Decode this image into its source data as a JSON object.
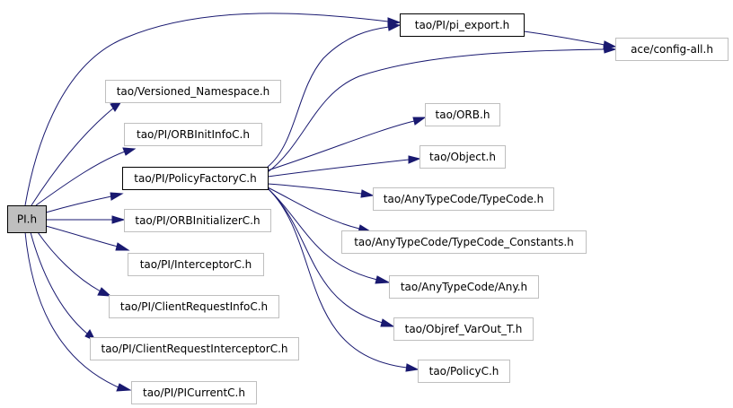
{
  "diagram": {
    "colors": {
      "edge": "#191970",
      "node_border": "#bfbfbf",
      "root_fill": "#bfbfbf",
      "highlight_border": "#000000"
    },
    "nodes": [
      {
        "id": "pi_h",
        "label": "PI.h"
      },
      {
        "id": "pi_export",
        "label": "tao/PI/pi_export.h"
      },
      {
        "id": "config_all",
        "label": "ace/config-all.h"
      },
      {
        "id": "versioned_ns",
        "label": "tao/Versioned_Namespace.h"
      },
      {
        "id": "orbinitinfo",
        "label": "tao/PI/ORBInitInfoC.h"
      },
      {
        "id": "policyfactory",
        "label": "tao/PI/PolicyFactoryC.h"
      },
      {
        "id": "orb",
        "label": "tao/ORB.h"
      },
      {
        "id": "object",
        "label": "tao/Object.h"
      },
      {
        "id": "typecode",
        "label": "tao/AnyTypeCode/TypeCode.h"
      },
      {
        "id": "typecode_constants",
        "label": "tao/AnyTypeCode/TypeCode_Constants.h"
      },
      {
        "id": "orbinitializer",
        "label": "tao/PI/ORBInitializerC.h"
      },
      {
        "id": "interceptor",
        "label": "tao/PI/InterceptorC.h"
      },
      {
        "id": "any",
        "label": "tao/AnyTypeCode/Any.h"
      },
      {
        "id": "clientrequestinfo",
        "label": "tao/PI/ClientRequestInfoC.h"
      },
      {
        "id": "objref_varout",
        "label": "tao/Objref_VarOut_T.h"
      },
      {
        "id": "clientrequestinterceptor",
        "label": "tao/PI/ClientRequestInterceptorC.h"
      },
      {
        "id": "policyc",
        "label": "tao/PolicyC.h"
      },
      {
        "id": "picurrent",
        "label": "tao/PI/PICurrentC.h"
      }
    ],
    "edges": [
      {
        "from": "pi_h",
        "to": "pi_export"
      },
      {
        "from": "pi_h",
        "to": "versioned_ns"
      },
      {
        "from": "pi_h",
        "to": "orbinitinfo"
      },
      {
        "from": "pi_h",
        "to": "policyfactory"
      },
      {
        "from": "pi_h",
        "to": "orbinitializer"
      },
      {
        "from": "pi_h",
        "to": "interceptor"
      },
      {
        "from": "pi_h",
        "to": "clientrequestinfo"
      },
      {
        "from": "pi_h",
        "to": "clientrequestinterceptor"
      },
      {
        "from": "pi_h",
        "to": "picurrent"
      },
      {
        "from": "pi_export",
        "to": "config_all"
      },
      {
        "from": "policyfactory",
        "to": "pi_export"
      },
      {
        "from": "policyfactory",
        "to": "config_all"
      },
      {
        "from": "policyfactory",
        "to": "orb"
      },
      {
        "from": "policyfactory",
        "to": "object"
      },
      {
        "from": "policyfactory",
        "to": "typecode"
      },
      {
        "from": "policyfactory",
        "to": "typecode_constants"
      },
      {
        "from": "policyfactory",
        "to": "any"
      },
      {
        "from": "policyfactory",
        "to": "objref_varout"
      },
      {
        "from": "policyfactory",
        "to": "policyc"
      }
    ]
  }
}
